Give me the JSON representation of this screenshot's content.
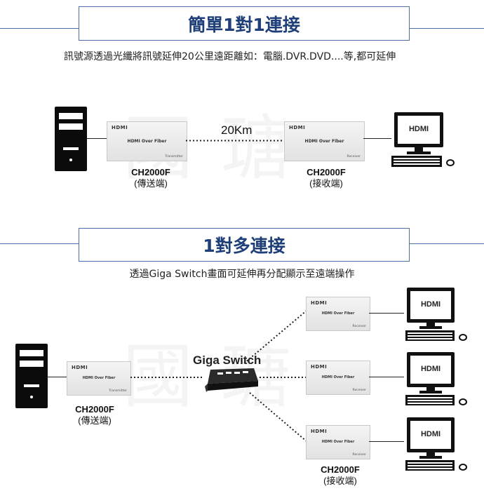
{
  "watermark": "國瑭",
  "section1": {
    "title": "簡單1對1連接",
    "description": "訊號源透過光纖將訊號延伸20公里遠距離如：電腦.DVR.DVD....等,都可延伸",
    "distance": "20Km",
    "transmitter": {
      "logo": "HDMI",
      "name": "HDMI Over Fiber",
      "role": "Transmitter",
      "model": "CH2000F",
      "label": "(傳送端)"
    },
    "receiver": {
      "logo": "HDMI",
      "name": "HDMI Over Fiber",
      "role": "Receiver",
      "model": "CH2000F",
      "label": "(接收端)"
    },
    "monitor_text": "HDMI"
  },
  "section2": {
    "title": "1對多連接",
    "description": "透過Giga Switch畫面可延伸再分配顯示至遠端操作",
    "switch_label": "Giga Switch",
    "transmitter": {
      "logo": "HDMI",
      "name": "HDMI Over Fiber",
      "role": "Transmitter",
      "model": "CH2000F",
      "label": "(傳送端)"
    },
    "receiver": {
      "logo": "HDMI",
      "name": "HDMI Over Fiber",
      "role": "Receiver",
      "model": "CH2000F",
      "label": "(接收端)"
    },
    "monitor_text": "HDMI"
  },
  "colors": {
    "accent": "#4a6fa5",
    "title_text": "#1f3f78"
  }
}
